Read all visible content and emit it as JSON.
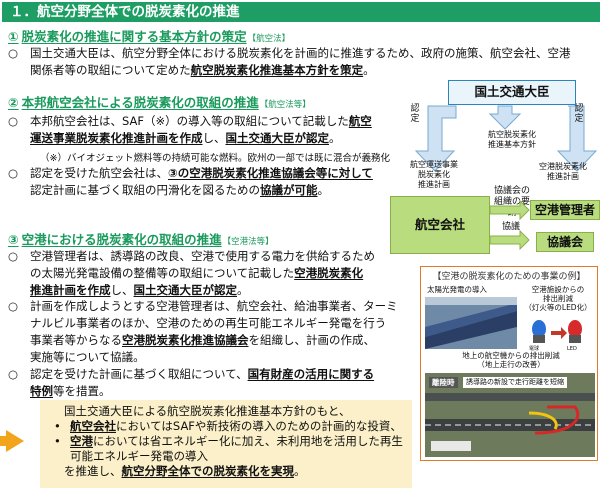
{
  "title": "１．航空分野全体での脱炭素化の推進",
  "sections": [
    {
      "num": "①",
      "heading": "脱炭素化の推進に関する基本方針の策定",
      "tag": "【航空法】"
    },
    {
      "num": "②",
      "heading": "本邦航空会社による脱炭素化の取組の推進",
      "tag": "【航空法等】"
    },
    {
      "num": "③",
      "heading": "空港における脱炭素化の取組の推進",
      "tag": "【空港法等】"
    }
  ],
  "bullet_mark": "○",
  "s1": {
    "l1": "国土交通大臣は、航空分野全体における脱炭素化を計画的に推進するため、政府の施策、航空会社、空港",
    "l2a": "関係者等の取組について定めた",
    "l2b": "航空脱炭素化推進基本方針を策定",
    "l2c": "。"
  },
  "s2": {
    "b1_l1a": "本邦航空会社は、SAF（※）の導入等の取組について記載した",
    "b1_l1b": "航空",
    "b1_l2a": "運送事業脱炭素化推進計画を作成",
    "b1_l2b": "し、",
    "b1_l2c": "国土交通大臣が認定",
    "b1_l2d": "。",
    "note": "（※）バイオジェット燃料等の持続可能な燃料。欧州の一部では既に混合が義務化",
    "b2_l1a": "認定を受けた航空会社は、",
    "b2_l1b": "③の空港脱炭素化推進協議会等に対して",
    "b2_l2a": "認定計画に基づく取組の円滑化を図るための",
    "b2_l2b": "協議が可能",
    "b2_l2c": "。"
  },
  "s3": {
    "b1_l1": "空港管理者は、誘導路の改良、空港で使用する電力を供給するため",
    "b1_l2a": "の太陽光発電設備の整備等の取組について記載した",
    "b1_l2b": "空港脱炭素化",
    "b1_l3a": "推進計画を作成",
    "b1_l3b": "し、",
    "b1_l3c": "国土交通大臣が認定",
    "b1_l3d": "。",
    "b2_l1": "計画を作成しようとする空港管理者は、航空会社、給油事業者、ターミ",
    "b2_l2": "ナルビル事業者のほか、空港のための再生可能エネルギー発電を行う",
    "b2_l3a": "事業者等からなる",
    "b2_l3b": "空港脱炭素化推進協議会",
    "b2_l3c": "を組織し、計画の作成、",
    "b2_l4": "実施等について協議。",
    "b3_l1a": "認定を受けた計画に基づく取組について、",
    "b3_l1b": "国有財産の活用に関する",
    "b3_l2a": "特例",
    "b3_l2b": "等を措置。"
  },
  "diagram": {
    "minister": "国土交通大臣",
    "basic_policy": "航空脱炭素化\n推進基本方針",
    "approval_left": "認定",
    "approval_right": "認定",
    "airline_plan": "航空運送事業\n脱炭素化\n推進計画",
    "airport_plan": "空港脱炭素化\n推進計画",
    "airline": "航空会社",
    "request": "協議会の\n組織の要請",
    "consult": "協議",
    "airport_manager": "空港管理者",
    "council": "協議会"
  },
  "example": {
    "title": "【空港の脱炭素化のための事業の例】",
    "solar": "太陽光発電の導入",
    "led": "空港施設からの\n排出削減\n（灯火等のLED化）",
    "led_before": "電球",
    "led_after": "LED",
    "ground": "地上の航空機からの排出削減\n（地上走行の改善）",
    "runway_tag": "離陸時",
    "taxiway_note": "誘導路の新設で走行距離を短縮"
  },
  "summary": {
    "l1": "国土交通大臣による航空脱炭素化推進基本方針のもと、",
    "l2a": "航空会社",
    "l2b": "においてはSAFや新技術の導入のための計画的な投資、",
    "l3a": "空港",
    "l3b": "においては省エネルギー化に加え、未利用地を活用した再生",
    "l4": "可能エネルギー発電の導入",
    "l5a": "を推進し、",
    "l5b": "航空分野全体での脱炭素化を実現",
    "l5c": "。",
    "dot": "•"
  },
  "colors": {
    "title_bg": "#1e9e64",
    "section_heading": "#1a9a5c",
    "diagram_blue": "#2b84bc",
    "green_box": "#b9dd7e",
    "summary_bg": "#fbf0c9",
    "summary_arrow": "#f2a41c",
    "example_border": "#e07a28"
  }
}
